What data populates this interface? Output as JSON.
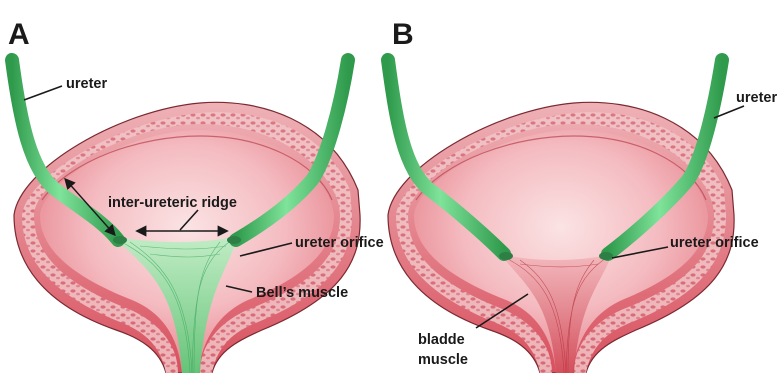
{
  "figure": {
    "panels": [
      {
        "letter": "A",
        "labels": {
          "ureter": "ureter",
          "ridge": "inter-ureteric ridge",
          "orifice": "ureter orifice",
          "muscle": "Bell’s muscle"
        }
      },
      {
        "letter": "B",
        "labels": {
          "ureter": "ureter",
          "orifice": "ureter orifice",
          "muscle_line1": "bladde",
          "muscle_line2": "muscle"
        }
      }
    ],
    "colors": {
      "wall_outer": "#e8a9ae",
      "wall_inner": "#d9525f",
      "lumen": "#f6c9cc",
      "ureter": "#5fcf7a",
      "ureter_dark": "#2f9a4c",
      "trigone_green": "#9fe0a8",
      "outline": "#7a2a32"
    }
  }
}
